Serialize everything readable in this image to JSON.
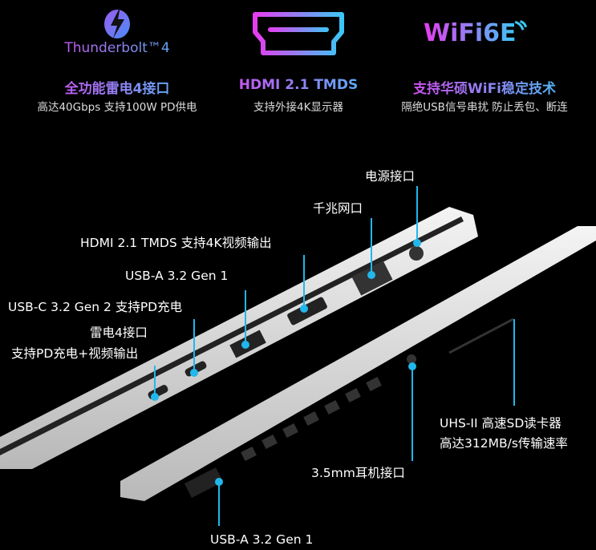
{
  "features": [
    {
      "logo_text": "Thunderbolt™4",
      "icon": "thunderbolt-icon",
      "title": "全功能雷电4接口",
      "subtitle": "高达40Gbps 支持100W PD供电"
    },
    {
      "icon": "hdmi-port-icon",
      "title": "HDMI 2.1 TMDS",
      "subtitle": "支持外接4K显示器"
    },
    {
      "logo_text": "WiFi6E",
      "icon": "wifi-icon",
      "title": "支持华硕WiFi稳定技术",
      "subtitle": "隔绝USB信号串扰 防止丢包、断连"
    }
  ],
  "labels": {
    "power": "电源接口",
    "ethernet": "千兆网口",
    "hdmi": "HDMI 2.1 TMDS  支持4K视频输出",
    "usb_a_left": "USB-A 3.2 Gen 1",
    "usb_c": "USB-C 3.2 Gen 2 支持PD充电",
    "thunderbolt_1": "雷电4接口",
    "thunderbolt_2": "支持PD充电+视频输出",
    "sd_1": "UHS-II 高速SD读卡器",
    "sd_2": "高达312MB/s传输速率",
    "audio": "3.5mm耳机接口",
    "usb_a_right": "USB-A 3.2 Gen 1"
  },
  "colors": {
    "accent_pink": "#e63cf0",
    "accent_blue": "#3cc6f5",
    "callout_line": "#21b7ec"
  }
}
